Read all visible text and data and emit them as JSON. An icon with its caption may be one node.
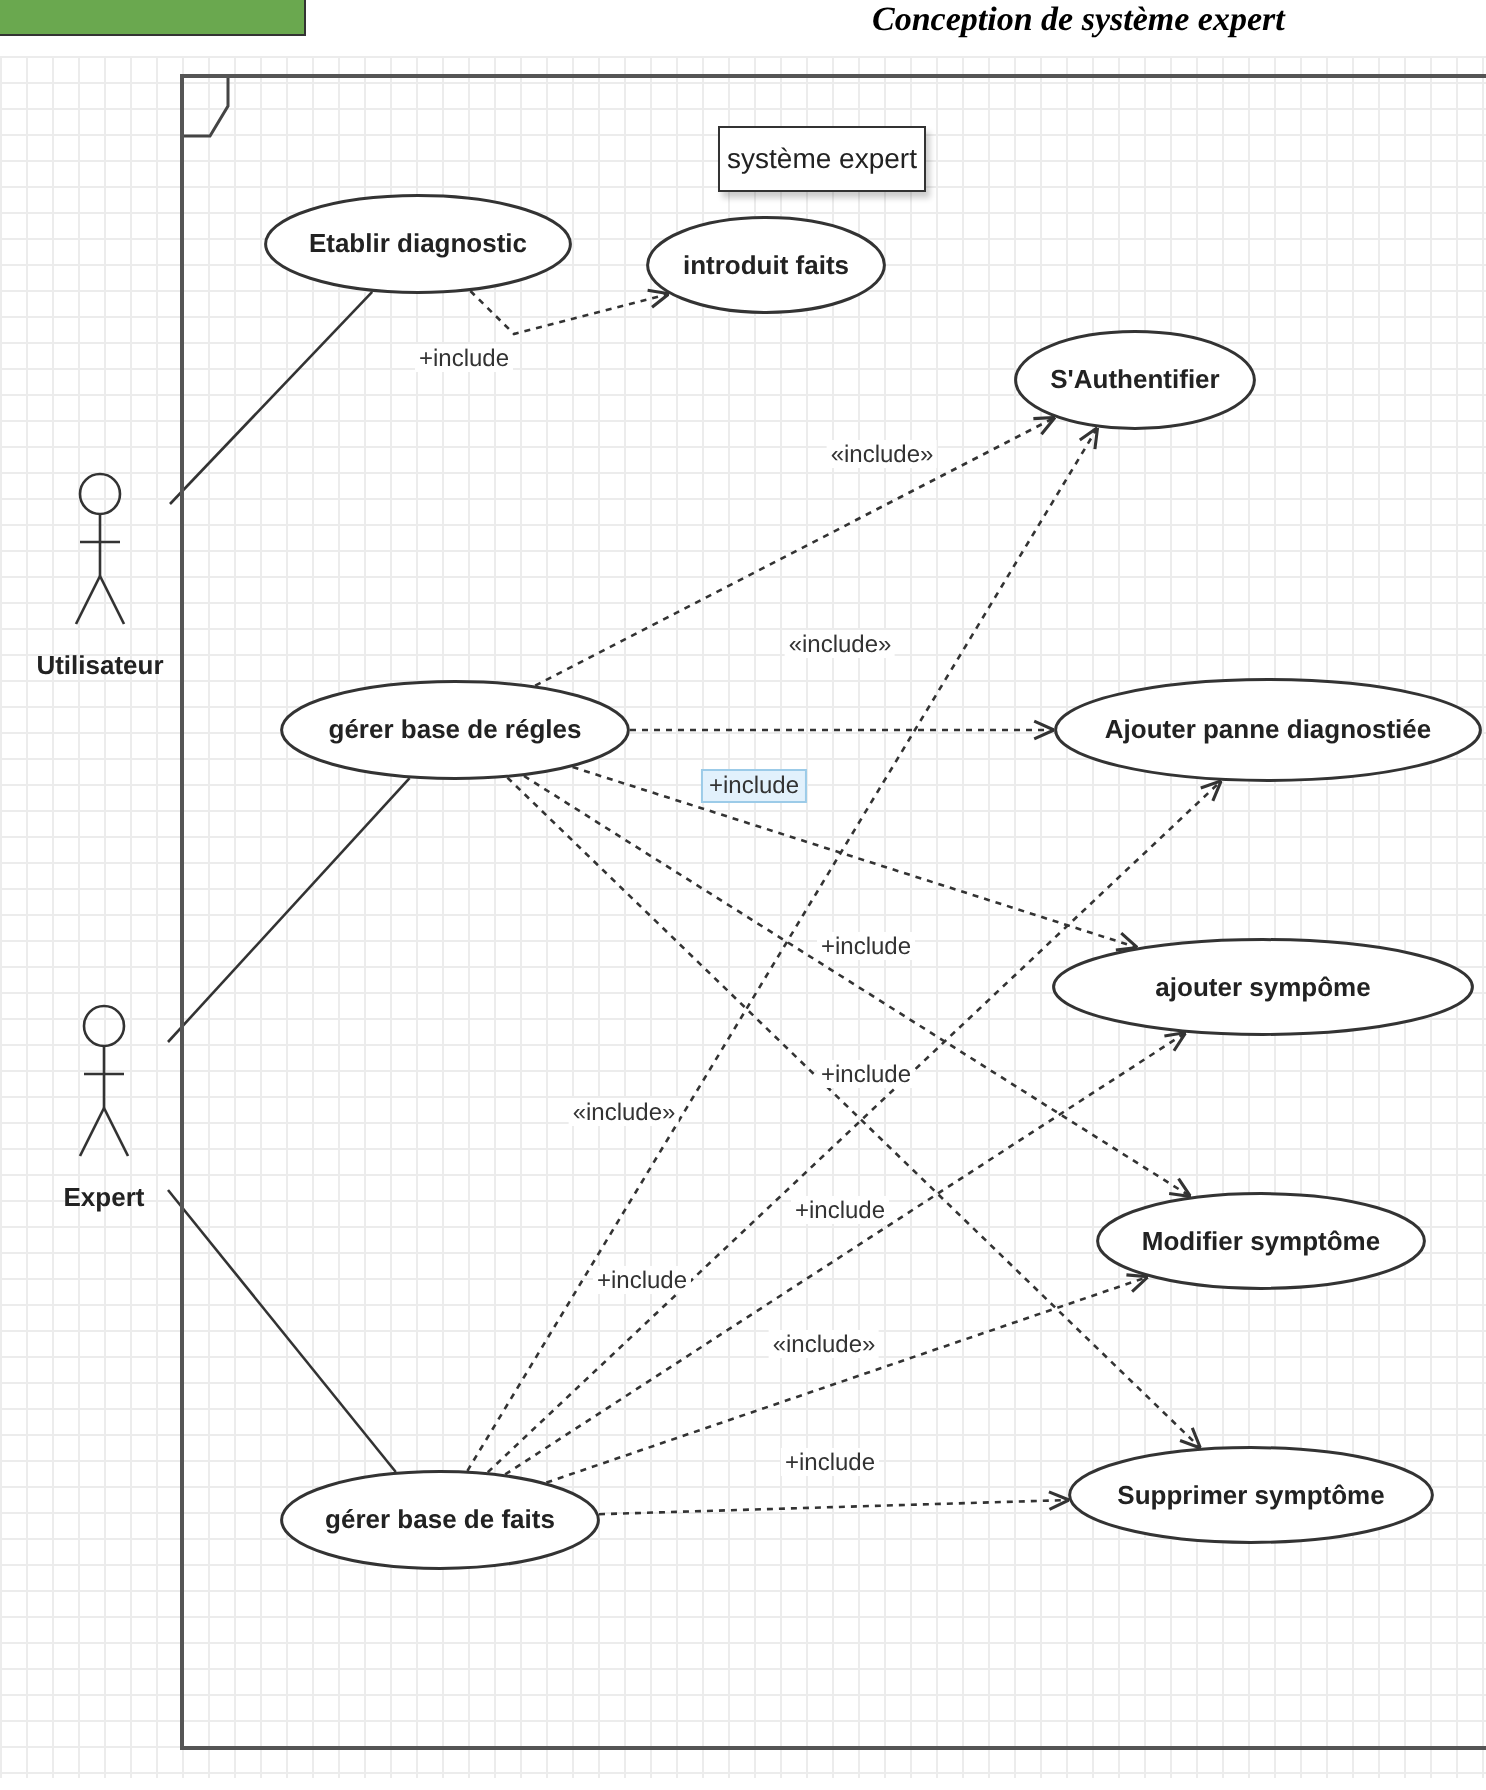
{
  "diagram": {
    "nodes": [
      {
        "text": [
          "système expert"
        ]
      },
      {
        "text": [
          "Etablir diagnostic"
        ],
        "in": 0
      },
      {
        "text": [
          "introduit faits"
        ],
        "in": 0
      },
      {
        "text": [
          "S'Authentifier"
        ],
        "in": 0
      },
      {
        "text": [
          "Utilisateur"
        ]
      },
      {
        "text": [
          "gérer base de régles"
        ],
        "in": 0
      },
      {
        "text": [
          "Ajouter panne diagnostiée"
        ],
        "in": 0
      },
      {
        "text": [
          "ajouter sympôme"
        ],
        "in": 0
      },
      {
        "text": [
          "Expert"
        ]
      },
      {
        "text": [
          "Modifier symptôme"
        ],
        "in": 0
      },
      {
        "text": [
          "gérer base de faits"
        ],
        "in": 0
      },
      {
        "text": [
          "Supprimer symptôme"
        ],
        "in": 0
      }
    ],
    "edges": [
      {
        "from": 4,
        "to": 1,
        "arrow": "none"
      },
      {
        "from": 1,
        "to": 2,
        "arrow": "to",
        "label": "+include",
        "style": "dashed"
      },
      {
        "from": 5,
        "to": 3,
        "arrow": "to",
        "label": "«include»",
        "style": "dashed"
      },
      {
        "from": 5,
        "to": 6,
        "arrow": "to",
        "label": "«include»",
        "style": "dashed"
      },
      {
        "from": 5,
        "to": 7,
        "arrow": "to",
        "label": "+include",
        "style": "dashed"
      },
      {
        "from": 5,
        "to": 9,
        "arrow": "to",
        "label": "+include",
        "style": "dashed"
      },
      {
        "from": 5,
        "to": 11,
        "arrow": "to",
        "label": "+include",
        "style": "dashed"
      },
      {
        "from": 8,
        "to": 5,
        "arrow": "none"
      },
      {
        "from": 8,
        "to": 10,
        "arrow": "none"
      },
      {
        "from": 10,
        "to": 3,
        "arrow": "to",
        "label": "«include»",
        "style": "dashed"
      },
      {
        "from": 10,
        "to": 6,
        "arrow": "to",
        "label": "+include",
        "style": "dashed"
      },
      {
        "from": 10,
        "to": 7,
        "arrow": "to",
        "label": "+include",
        "style": "dashed"
      },
      {
        "from": 10,
        "to": 9,
        "arrow": "to",
        "label": "«include»",
        "style": "dashed"
      },
      {
        "from": 10,
        "to": 11,
        "arrow": "to",
        "label": "+include",
        "style": "dashed"
      }
    ],
    "labels": [
      "Conception de système expert"
    ]
  }
}
